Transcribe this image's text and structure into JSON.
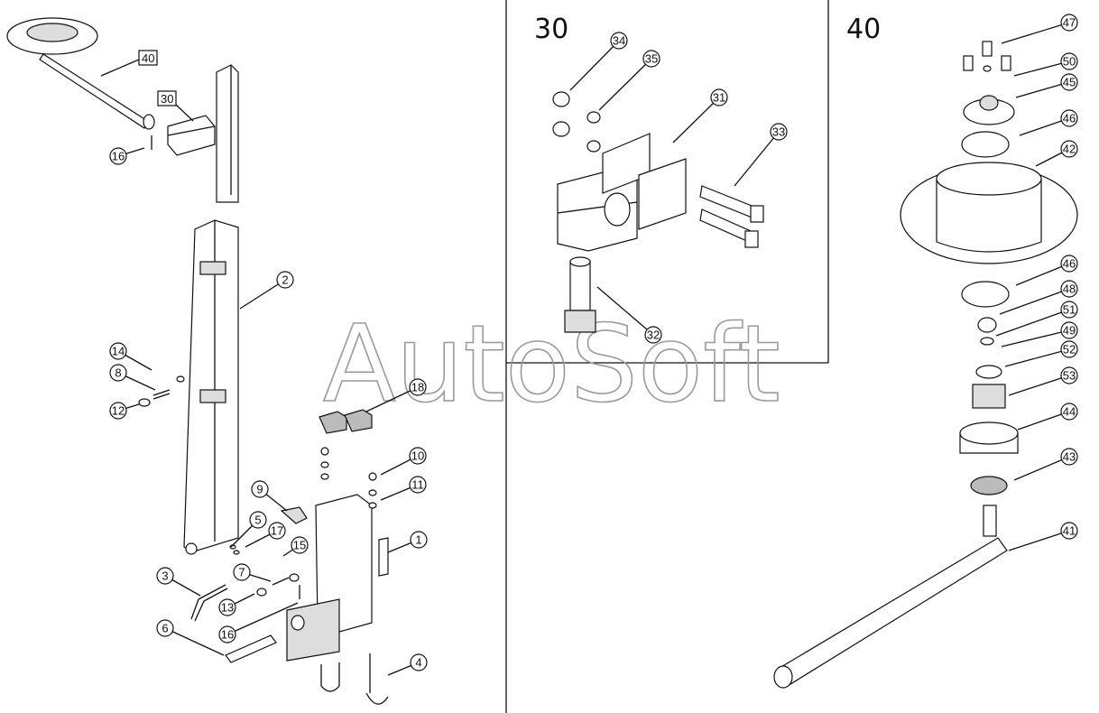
{
  "watermark": "AutoSoft",
  "sections": {
    "s30": "30",
    "s40": "40"
  },
  "refs": {
    "r40": "40",
    "r30": "30"
  },
  "callouts": {
    "c1": "1",
    "c2": "2",
    "c3": "3",
    "c4": "4",
    "c5": "5",
    "c6": "6",
    "c7": "7",
    "c8": "8",
    "c9": "9",
    "c10": "10",
    "c11": "11",
    "c12": "12",
    "c13": "13",
    "c14": "14",
    "c15": "15",
    "c16a": "16",
    "c16b": "16",
    "c17": "17",
    "c18": "18",
    "c31": "31",
    "c32": "32",
    "c33": "33",
    "c34": "34",
    "c35": "35",
    "c41": "41",
    "c42": "42",
    "c43": "43",
    "c44": "44",
    "c45": "45",
    "c46a": "46",
    "c46b": "46",
    "c47": "47",
    "c48": "48",
    "c49": "49",
    "c50": "50",
    "c51": "51",
    "c52": "52",
    "c53": "53"
  },
  "colors": {
    "line": "#111111",
    "watermark": "#9a9a9a",
    "background": "#ffffff"
  }
}
